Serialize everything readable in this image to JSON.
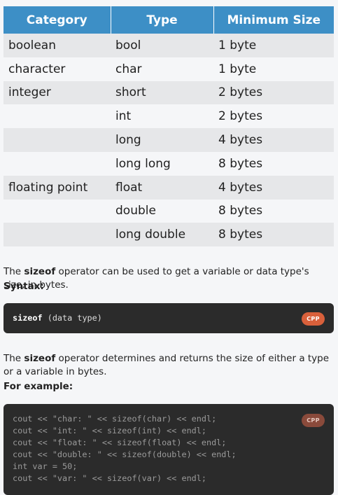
{
  "table": {
    "headers": [
      "Category",
      "Type",
      "Minimum Size"
    ],
    "rows": [
      [
        "boolean",
        "bool",
        "1 byte"
      ],
      [
        "character",
        "char",
        "1 byte"
      ],
      [
        "integer",
        "short",
        "2 bytes"
      ],
      [
        "",
        "int",
        "2 bytes"
      ],
      [
        "",
        "long",
        "4 bytes"
      ],
      [
        "",
        "long long",
        "8 bytes"
      ],
      [
        "floating point",
        "float",
        "4 bytes"
      ],
      [
        "",
        "double",
        "8 bytes"
      ],
      [
        "",
        "long double",
        "8 bytes"
      ]
    ]
  },
  "para1": {
    "pre": "The ",
    "bold": "sizeof",
    "post": " operator can be used to get a variable or data type's size, in bytes."
  },
  "syntax_label": "Syntax:",
  "syntax_code": {
    "keyword": "sizeof",
    "rest": " (data type)",
    "badge": "CPP"
  },
  "para2": {
    "pre": "The ",
    "bold": "sizeof",
    "post": " operator determines and returns the size of either a type or a variable in bytes."
  },
  "example_label": "For example:",
  "example_code": {
    "badge": "CPP",
    "lines": [
      "cout << \"char: \" << sizeof(char) << endl;",
      "cout << \"int: \" << sizeof(int) << endl;",
      "cout << \"float: \" << sizeof(float) << endl;",
      "cout << \"double: \" << sizeof(double) << endl;",
      "int var = 50;",
      "cout << \"var: \" << sizeof(var) << endl;"
    ]
  },
  "colors": {
    "header_bg": "#3d8fc6",
    "row_shade": "#e6e7e9",
    "code_bg": "#2b2b2b",
    "badge_active": "#d9603b",
    "badge_dim": "#8a4a3b"
  }
}
